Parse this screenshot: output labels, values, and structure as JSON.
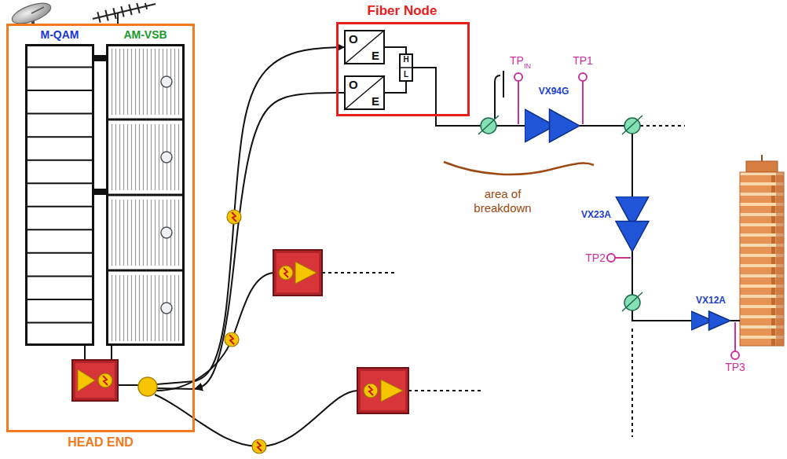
{
  "diagram": {
    "nodes": [
      {
        "text": [
          "HEAD END"
        ]
      },
      {
        "text": [
          "M-QAM"
        ],
        "in": 0
      },
      {
        "text": [
          "AM-VSB"
        ],
        "in": 0
      },
      {
        "text": [
          "Fiber Node"
        ]
      },
      {
        "text": [
          "O",
          "E"
        ],
        "in": 3
      },
      {
        "text": [
          "O",
          "E"
        ],
        "in": 3
      },
      {
        "text": [
          "H",
          "L"
        ],
        "in": 3
      },
      {
        "text": [
          "VX94G"
        ]
      },
      {
        "text": [
          "VX23A"
        ]
      },
      {
        "text": [
          "VX12A"
        ]
      }
    ],
    "edges": [
      {
        "from": 0,
        "to": 4,
        "arrow": "to"
      },
      {
        "from": 5,
        "to": 0,
        "arrow": "to"
      },
      {
        "from": 4,
        "to": 6,
        "arrow": "none"
      },
      {
        "from": 6,
        "to": 5,
        "arrow": "none"
      },
      {
        "from": 6,
        "to": 7,
        "arrow": "none"
      },
      {
        "from": 7,
        "to": 8,
        "arrow": "none"
      },
      {
        "from": 8,
        "to": 9,
        "arrow": "none"
      }
    ],
    "labels": [
      "TP",
      "IN",
      "TP1",
      "area of breakdown",
      "TP2",
      "TP3"
    ]
  }
}
